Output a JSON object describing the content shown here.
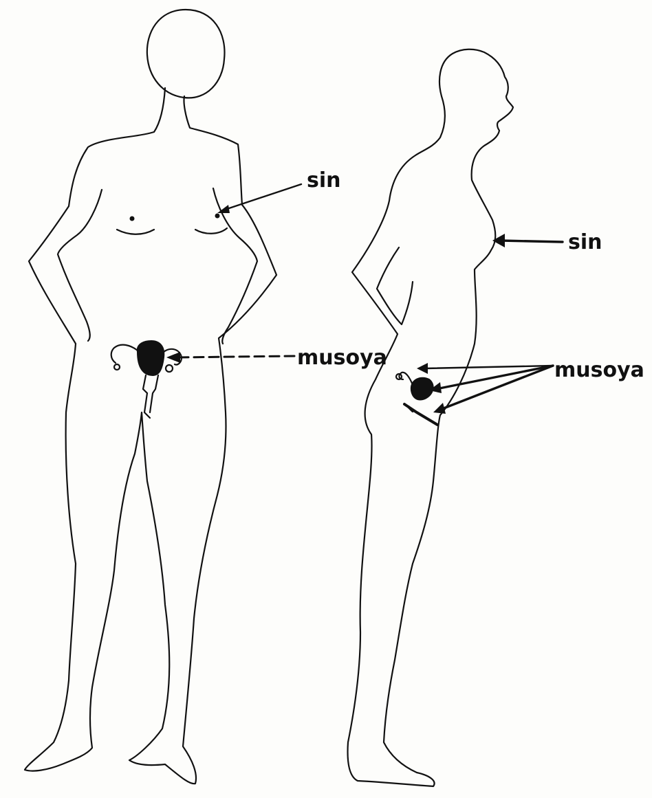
{
  "labels": {
    "front_breast": "sin",
    "front_uterus": "musoya",
    "side_breast": "sin",
    "side_uterus": "musoya"
  }
}
